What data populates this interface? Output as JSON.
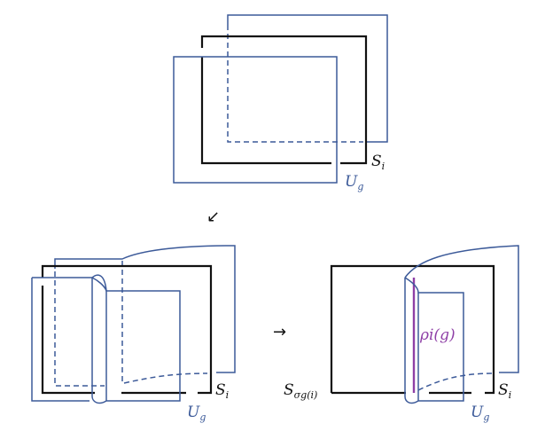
{
  "colors": {
    "black": "#111111",
    "blue": "#3c5a99",
    "purple": "#8e3fa6"
  },
  "labels": {
    "top_S": "S",
    "top_S_sub": "i",
    "top_U": "U",
    "top_U_sub": "g",
    "bl_S": "S",
    "bl_S_sub": "i",
    "bl_U": "U",
    "bl_U_sub": "g",
    "br_S_left": "S",
    "br_S_left_sub": "σg(i)",
    "br_S_right": "S",
    "br_S_right_sub": "i",
    "br_U": "U",
    "br_U_sub": "g",
    "rho": "ρi(g)"
  },
  "arrows": {
    "diagonal": "↙",
    "horizontal": "→"
  }
}
